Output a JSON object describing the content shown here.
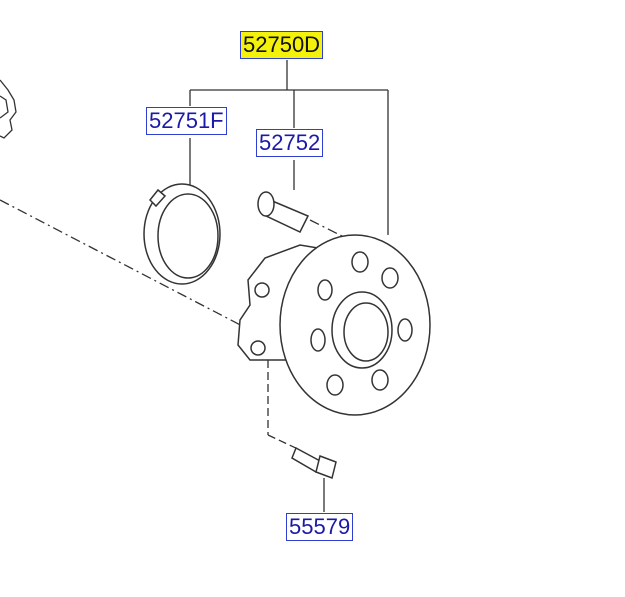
{
  "parts": {
    "assembly": {
      "number": "52750D",
      "highlighted": true,
      "highlight_color": "#f4f20a"
    },
    "seal": {
      "number": "52751F"
    },
    "hub_bolt": {
      "number": "52752"
    },
    "mount_bolt": {
      "number": "55579"
    }
  },
  "colors": {
    "label_border": "#2f3fd0",
    "label_text": "#1a1aa8",
    "line": "#333333"
  }
}
